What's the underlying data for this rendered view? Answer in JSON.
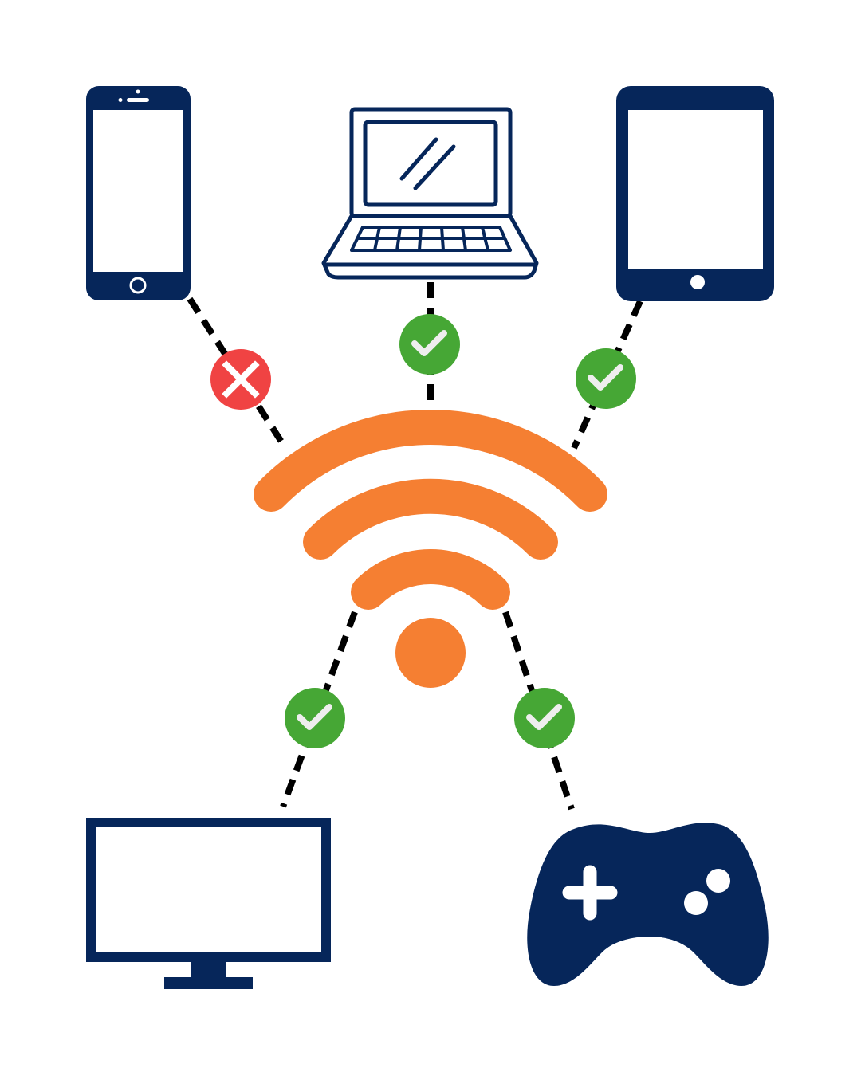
{
  "colors": {
    "device": "#06265a",
    "wifi": "#f57f32",
    "connected": "#46a735",
    "disconnected": "#f04343",
    "link": "#000000",
    "background": "#ffffff"
  },
  "hub": {
    "icon": "wifi-icon"
  },
  "devices": [
    {
      "id": "smartphone",
      "icon": "smartphone-icon",
      "status": "disconnected",
      "status_icon": "x-icon"
    },
    {
      "id": "laptop",
      "icon": "laptop-icon",
      "status": "connected",
      "status_icon": "check-icon"
    },
    {
      "id": "tablet",
      "icon": "tablet-icon",
      "status": "connected",
      "status_icon": "check-icon"
    },
    {
      "id": "tv-monitor",
      "icon": "monitor-icon",
      "status": "connected",
      "status_icon": "check-icon"
    },
    {
      "id": "game-controller",
      "icon": "gamepad-icon",
      "status": "connected",
      "status_icon": "check-icon"
    }
  ]
}
